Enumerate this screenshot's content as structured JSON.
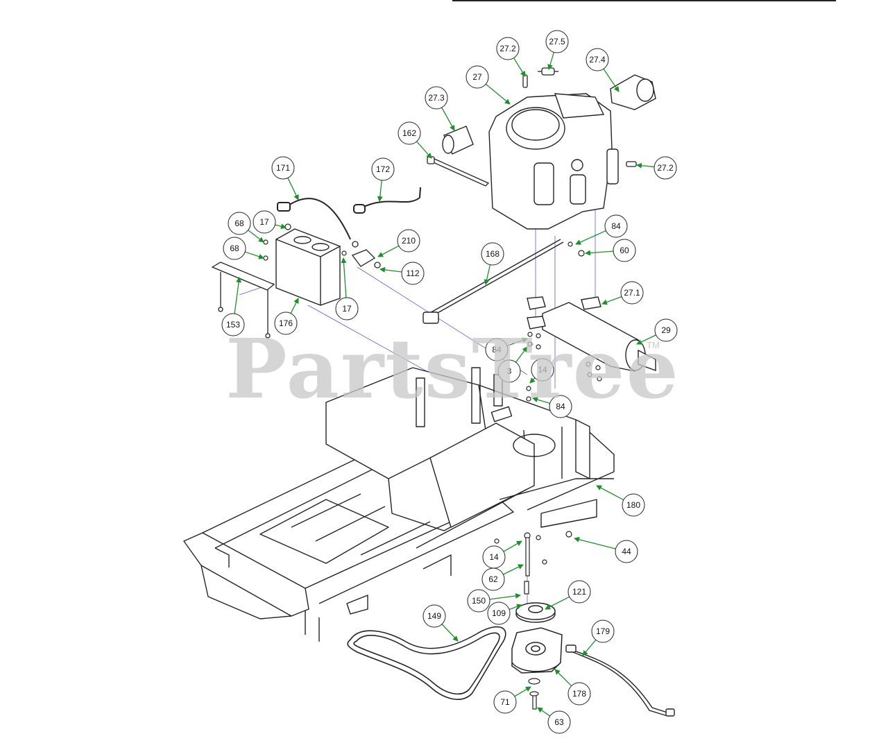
{
  "watermark": {
    "text": "PartsTree",
    "trademark": "TM"
  },
  "colors": {
    "leader": "#1f8f2a",
    "outline": "#222222",
    "guide": "#5a5adc"
  },
  "callouts": [
    {
      "id": "27.2",
      "part": "spark-plug"
    },
    {
      "id": "27.5",
      "part": "fuel-filter"
    },
    {
      "id": "27.4",
      "part": "air-filter"
    },
    {
      "id": "27",
      "part": "engine"
    },
    {
      "id": "27.3",
      "part": "oil-filter"
    },
    {
      "id": "162",
      "part": "dipstick"
    },
    {
      "id": "27.2",
      "part": "spark-plug"
    },
    {
      "id": "171",
      "part": "battery-cable"
    },
    {
      "id": "172",
      "part": "battery-cable"
    },
    {
      "id": "17",
      "part": "nut"
    },
    {
      "id": "68",
      "part": "bolt"
    },
    {
      "id": "68",
      "part": "bolt"
    },
    {
      "id": "210",
      "part": "solenoid"
    },
    {
      "id": "112",
      "part": "bolt"
    },
    {
      "id": "84",
      "part": "washer"
    },
    {
      "id": "60",
      "part": "bolt"
    },
    {
      "id": "168",
      "part": "wire-harness"
    },
    {
      "id": "17",
      "part": "nut"
    },
    {
      "id": "153",
      "part": "battery-hold-down"
    },
    {
      "id": "176",
      "part": "battery"
    },
    {
      "id": "27.1",
      "part": "gasket"
    },
    {
      "id": "29",
      "part": "muffler"
    },
    {
      "id": "84",
      "part": "washer"
    },
    {
      "id": "3",
      "part": "nut"
    },
    {
      "id": "14",
      "part": "nut"
    },
    {
      "id": "84",
      "part": "washer"
    },
    {
      "id": "180",
      "part": "frame"
    },
    {
      "id": "44",
      "part": "bolt"
    },
    {
      "id": "14",
      "part": "nut"
    },
    {
      "id": "62",
      "part": "bolt"
    },
    {
      "id": "121",
      "part": "pulley"
    },
    {
      "id": "150",
      "part": "key"
    },
    {
      "id": "109",
      "part": "spacer"
    },
    {
      "id": "149",
      "part": "belt"
    },
    {
      "id": "179",
      "part": "wire-harness"
    },
    {
      "id": "178",
      "part": "pto-clutch"
    },
    {
      "id": "71",
      "part": "washer"
    },
    {
      "id": "63",
      "part": "bolt"
    }
  ]
}
